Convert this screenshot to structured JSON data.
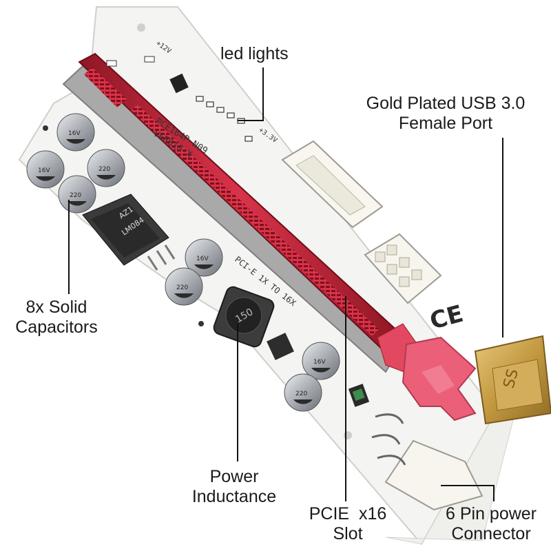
{
  "callouts": {
    "led_lights": "led lights",
    "usb_port": [
      "Gold Plated USB 3.0",
      "Female Port"
    ],
    "capacitors": [
      "8x Solid",
      "Capacitors"
    ],
    "inductance": [
      "Power",
      "Inductance"
    ],
    "pcie_slot": [
      "PCIE  x16",
      "Slot"
    ],
    "power_connector": [
      "6 Pin power",
      "Connector"
    ]
  },
  "board_print": {
    "model": "PCE164P-N09",
    "version": "VER010-X",
    "bus_label": "PCI-E 1X TO 16X",
    "inductor_code": "150",
    "regulator_code": "LM084",
    "regulator_mark": "AZ1",
    "cap_code": "16V",
    "cap_value": "220",
    "rail_12v": "+12V",
    "rail_33v": "+3.3V",
    "ce_mark": "CE",
    "usb_label": "SS"
  },
  "colors": {
    "board": "#f4f4f2",
    "slot": "#d8334a",
    "bracket": "#a9a9a9",
    "usb_gold": "#c9a14a",
    "ribbon": "#ec5f78",
    "capacitor": "#b8bcc2"
  }
}
